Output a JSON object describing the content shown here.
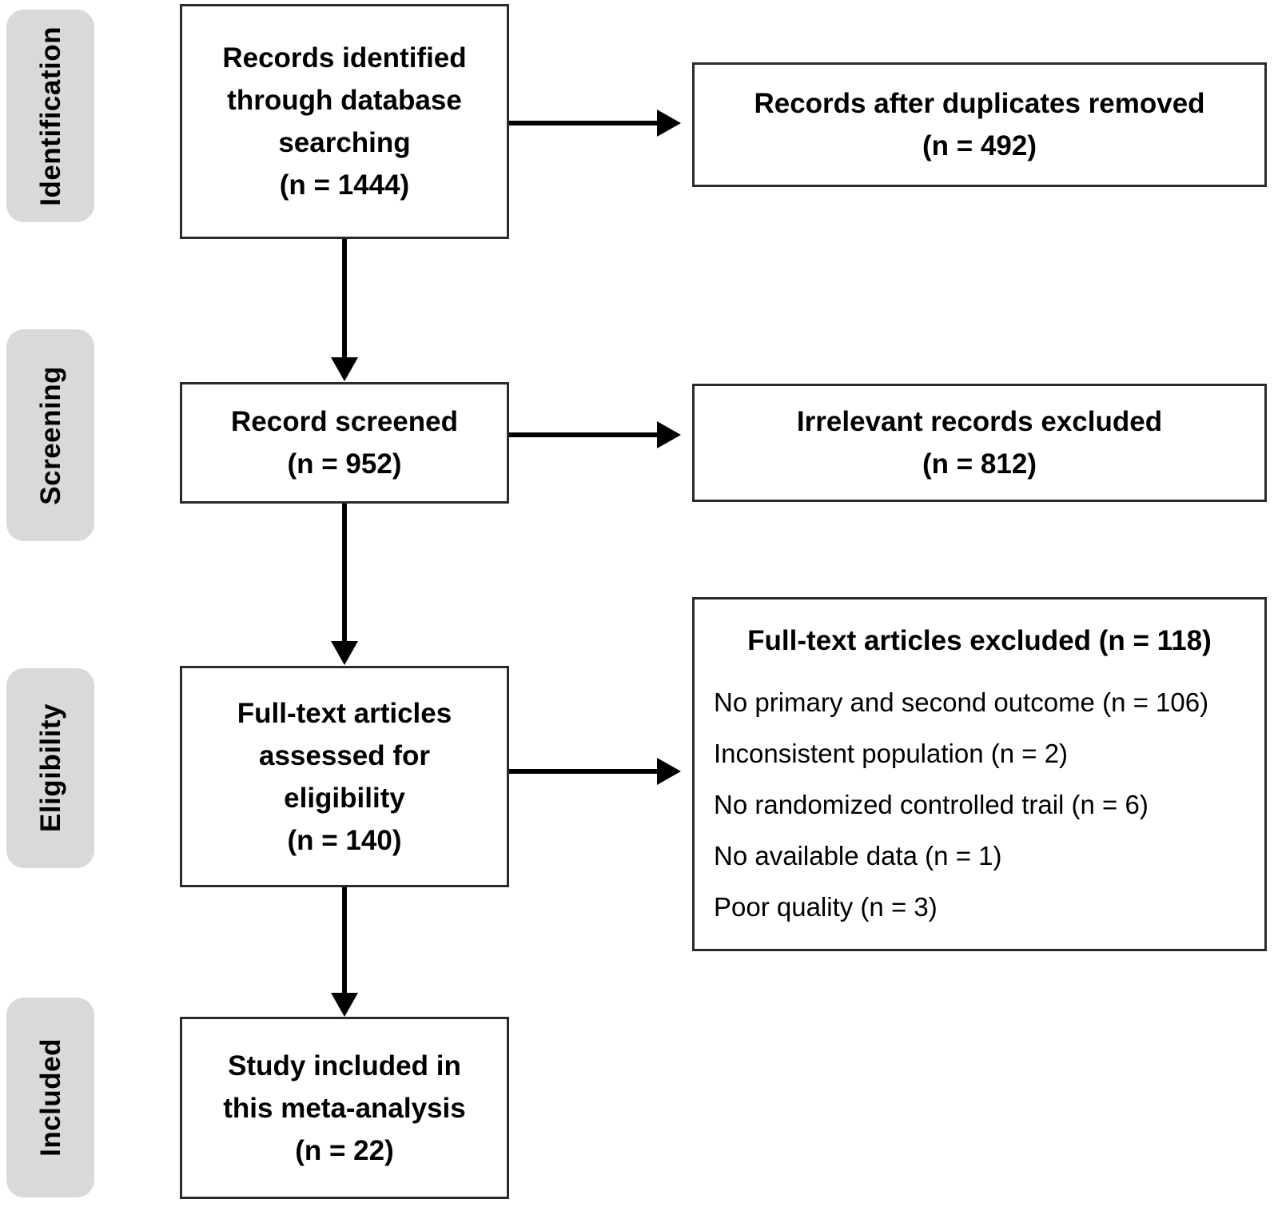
{
  "diagram": {
    "type": "prisma-flow-diagram",
    "stages": [
      {
        "id": "identification",
        "label": "Identification"
      },
      {
        "id": "screening",
        "label": "Screening"
      },
      {
        "id": "eligibility",
        "label": "Eligibility"
      },
      {
        "id": "included",
        "label": "Included"
      }
    ],
    "boxes": {
      "identified": {
        "lines": [
          "Records identified",
          "through database",
          "searching",
          "(n = 1444)"
        ]
      },
      "duplicates_removed": {
        "lines": [
          "Records after duplicates removed",
          "(n = 492)"
        ]
      },
      "screened": {
        "lines": [
          "Record screened",
          "(n = 952)"
        ]
      },
      "irrelevant_excluded": {
        "lines": [
          "Irrelevant records excluded",
          "(n = 812)"
        ]
      },
      "fulltext_assessed": {
        "lines": [
          "Full-text articles",
          "assessed for",
          "eligibility",
          "(n = 140)"
        ]
      },
      "fulltext_excluded": {
        "title": "Full-text articles excluded (n = 118)",
        "reasons": [
          "No primary and second outcome (n = 106)",
          "Inconsistent population (n = 2)",
          "No randomized controlled trail (n = 6)",
          "No available data (n = 1)",
          "Poor quality (n = 3)"
        ]
      },
      "included_studies": {
        "lines": [
          "Study included in",
          "this meta-analysis",
          "(n = 22)"
        ]
      }
    },
    "colors": {
      "stage_pill_background": "#d9d9d9",
      "box_border": "#2a2a2a",
      "box_background": "#ffffff",
      "text": "#000000",
      "connector": "#000000"
    }
  }
}
